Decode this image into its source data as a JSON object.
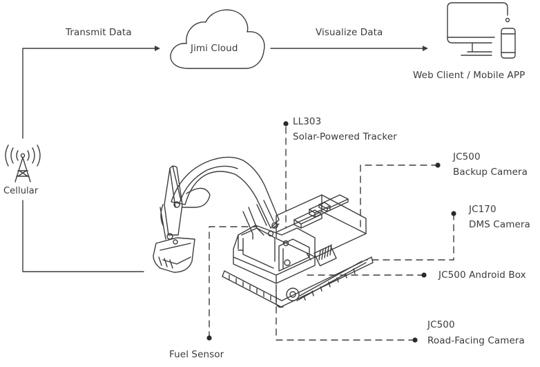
{
  "flow": {
    "transmit_label": "Transmit Data",
    "visualize_label": "Visualize Data"
  },
  "cloud": {
    "label": "Jimi Cloud"
  },
  "client": {
    "label": "Web Client / Mobile APP"
  },
  "cellular": {
    "label": "Cellular"
  },
  "devices": [
    {
      "model": "LL303",
      "name": "Solar-Powered Tracker"
    },
    {
      "model": "JC500",
      "name": "Backup Camera"
    },
    {
      "model": "JC170",
      "name": "DMS Camera"
    },
    {
      "model": "",
      "name": "JC500 Android Box"
    },
    {
      "model": "JC500",
      "name": "Road-Facing Camera"
    },
    {
      "model": "",
      "name": "Fuel Sensor"
    }
  ],
  "colors": {
    "line": "#3c3c3c",
    "text": "#3a3a3a",
    "background": "#ffffff"
  }
}
